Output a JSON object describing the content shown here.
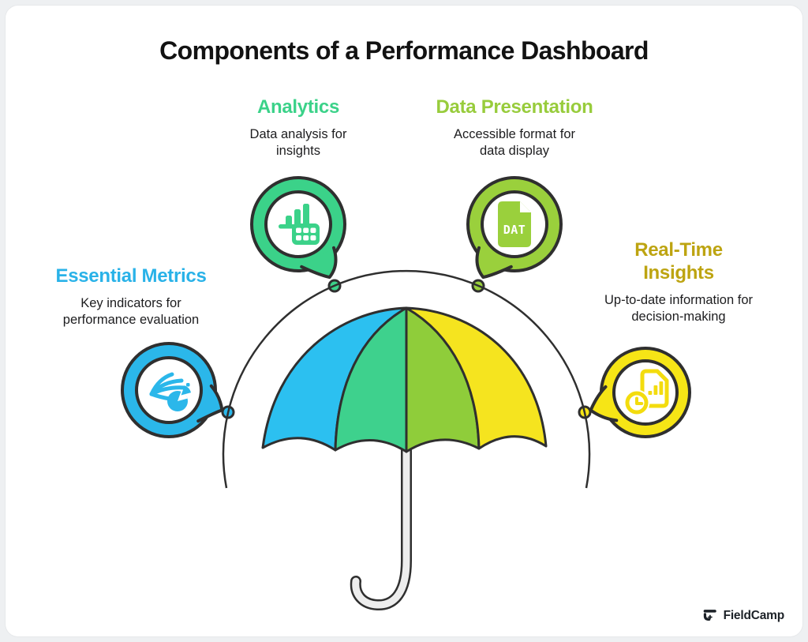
{
  "page": {
    "background": "#eef0f2",
    "card_background": "#ffffff"
  },
  "title": {
    "text": "Components of a Performance Dashboard",
    "color": "#121212"
  },
  "text_color": "#1d1d1f",
  "components": [
    {
      "id": "essential-metrics",
      "label": "Essential Metrics",
      "description": "Key indicators for performance evaluation",
      "heading_color": "#29b2e8",
      "accent_color": "#2bb7ea",
      "icon": "flow-lines-pie-chart-icon"
    },
    {
      "id": "analytics",
      "label": "Analytics",
      "description": "Data analysis for insights",
      "heading_color": "#3bd289",
      "accent_color": "#3bd289",
      "icon": "bar-chart-calculator-icon"
    },
    {
      "id": "data-presentation",
      "label": "Data Presentation",
      "description": "Accessible format for data display",
      "heading_color": "#98cc3c",
      "accent_color": "#9ad03c",
      "icon": "dat-file-icon",
      "icon_label": "DAT"
    },
    {
      "id": "real-time-insights",
      "label": "Real-Time Insights",
      "description": "Up-to-date information for decision-making",
      "heading_color": "#bda411",
      "accent_color": "#f6e516",
      "icon_color": "#f3dc0e",
      "icon": "document-clock-icon"
    }
  ],
  "umbrella": {
    "panel_colors": [
      "#2cc0f0",
      "#3ed18d",
      "#8fcd3a",
      "#f5e41f"
    ],
    "outline_color": "#2f2f2f",
    "pole_fill": "#ededed"
  },
  "brand": {
    "name": "FieldCamp",
    "color": "#1c2127"
  }
}
